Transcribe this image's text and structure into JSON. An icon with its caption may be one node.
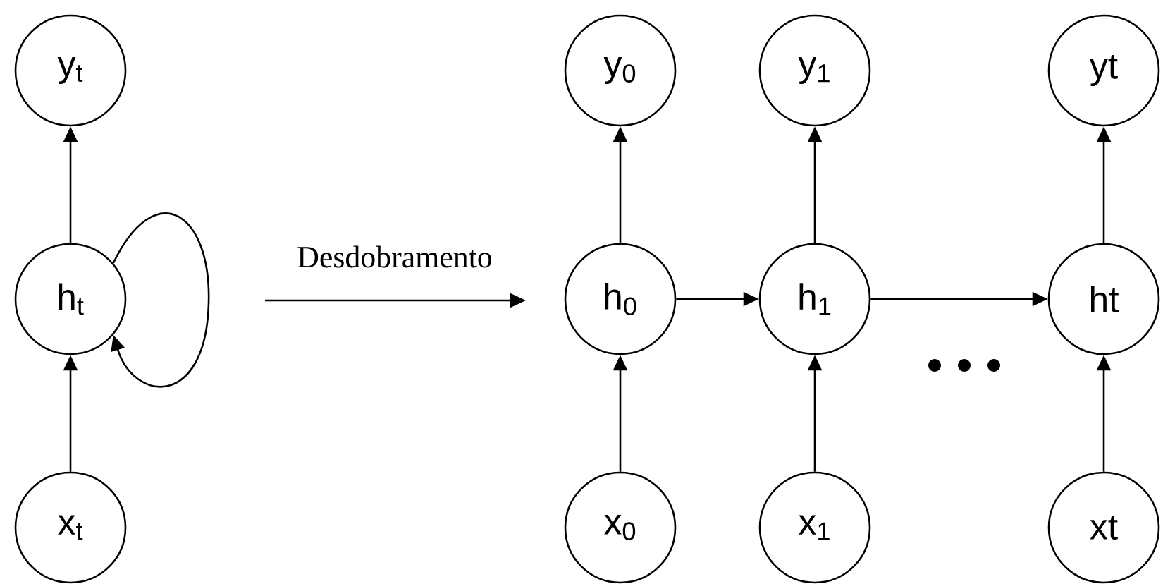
{
  "diagram": {
    "nodes": [
      {
        "text": [
          "y$_{t}$"
        ]
      },
      {
        "text": [
          "h$_{t}$"
        ]
      },
      {
        "text": [
          "x$_{t}$"
        ]
      },
      {
        "text": [
          "y$_{0}$"
        ]
      },
      {
        "text": [
          "y$_{1}$"
        ]
      },
      {
        "text": [
          "yt"
        ]
      },
      {
        "text": [
          "h$_{0}$"
        ]
      },
      {
        "text": [
          "h$_{1}$"
        ]
      },
      {
        "text": [
          "ht"
        ]
      },
      {
        "text": [
          "x$_{0}$"
        ]
      },
      {
        "text": [
          "x$_{1}$"
        ]
      },
      {
        "text": [
          "xt"
        ]
      }
    ],
    "edges": [
      {
        "from": 1,
        "to": 0,
        "arrow": "to"
      },
      {
        "from": 2,
        "to": 1,
        "arrow": "to"
      },
      {
        "from": 1,
        "to": 1,
        "arrow": "to"
      },
      {
        "from": 6,
        "to": 3,
        "arrow": "to"
      },
      {
        "from": 9,
        "to": 6,
        "arrow": "to"
      },
      {
        "from": 7,
        "to": 4,
        "arrow": "to"
      },
      {
        "from": 10,
        "to": 7,
        "arrow": "to"
      },
      {
        "from": 8,
        "to": 5,
        "arrow": "to"
      },
      {
        "from": 11,
        "to": 8,
        "arrow": "to"
      },
      {
        "from": 6,
        "to": 7,
        "arrow": "to"
      },
      {
        "from": 7,
        "to": 8,
        "arrow": "to"
      }
    ],
    "labels": [
      "Desdobramento"
    ]
  }
}
